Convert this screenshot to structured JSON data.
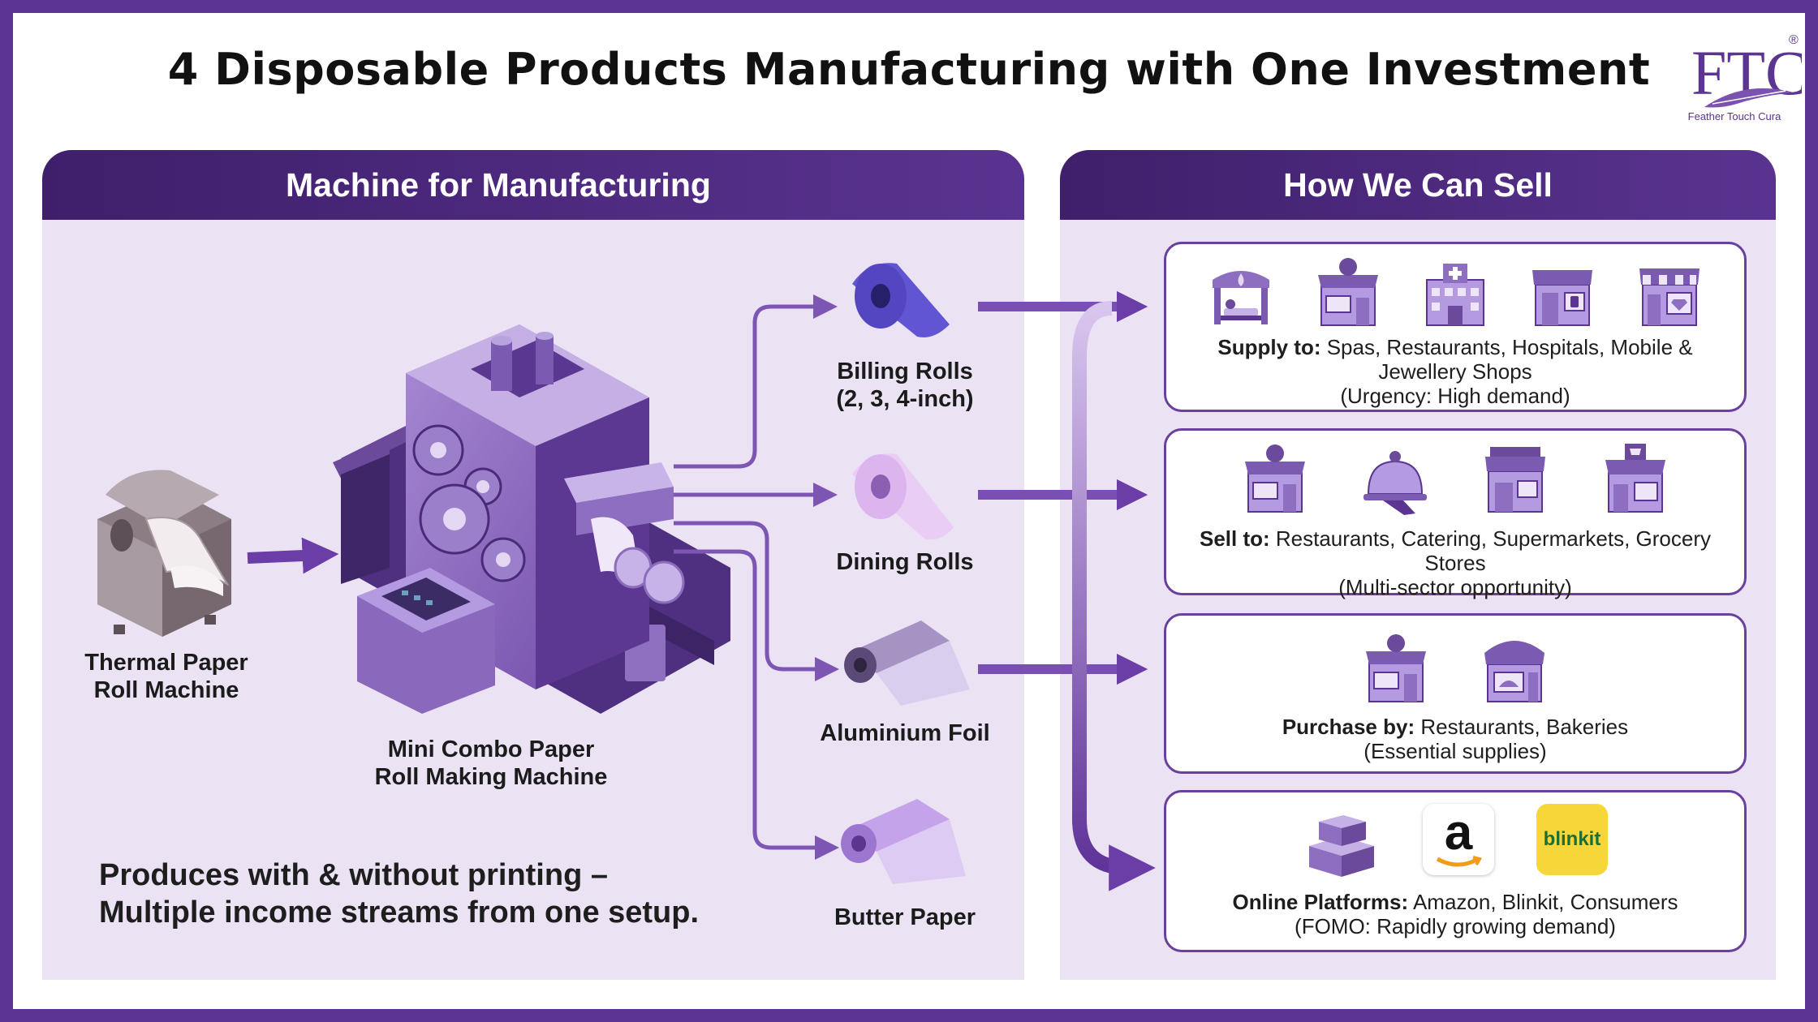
{
  "title": "4 Disposable Products Manufacturing with One Investment",
  "logo": {
    "mark": "FTC",
    "tagline": "Feather Touch Cura",
    "registered": "®"
  },
  "left_panel": {
    "heading": "Machine for Manufacturing",
    "thermal_machine_label": "Thermal Paper\nRoll Machine",
    "combo_machine_label": "Mini Combo Paper\nRoll Making Machine",
    "products": [
      {
        "label": "Billing Rolls\n(2, 3, 4-inch)",
        "icon": "paper-roll-blue-icon"
      },
      {
        "label": "Dining Rolls",
        "icon": "paper-roll-pink-icon"
      },
      {
        "label": "Aluminium Foil",
        "icon": "foil-roll-icon"
      },
      {
        "label": "Butter Paper",
        "icon": "butter-paper-roll-icon"
      }
    ],
    "note": "Produces with & without printing –\nMultiple income streams from one setup."
  },
  "right_panel": {
    "heading": "How We Can Sell",
    "cards": [
      {
        "prefix": "Supply to:",
        "text": "Spas, Restaurants, Hospitals, Mobile & Jewellery Shops",
        "sub": "(Urgency: High demand)",
        "icons": [
          "spa-icon",
          "restaurant-icon",
          "hospital-icon",
          "mobile-shop-icon",
          "jewellery-shop-icon"
        ]
      },
      {
        "prefix": "Sell to:",
        "text": "Restaurants, Catering, Supermarkets, Grocery Stores",
        "sub": "(Multi-sector opportunity)",
        "icons": [
          "restaurant-icon",
          "catering-cloche-icon",
          "supermarket-icon",
          "grocery-store-icon"
        ]
      },
      {
        "prefix": "Purchase by:",
        "text": "Restaurants, Bakeries",
        "sub": "(Essential supplies)",
        "icons": [
          "restaurant-icon",
          "bakery-icon"
        ]
      },
      {
        "prefix": "Online Platforms:",
        "text": "Amazon, Blinkit, Consumers",
        "sub": "(FOMO: Rapidly growing demand)",
        "icons": [
          "parcel-boxes-icon",
          "amazon-logo-icon",
          "blinkit-logo-icon"
        ],
        "logo_texts": {
          "amazon": "a",
          "blinkit": "blinkit"
        }
      }
    ]
  },
  "colors": {
    "brand": "#5b3591",
    "header": "#432370",
    "panel": "#ebe3f4",
    "arrow": "#7d55b3"
  }
}
